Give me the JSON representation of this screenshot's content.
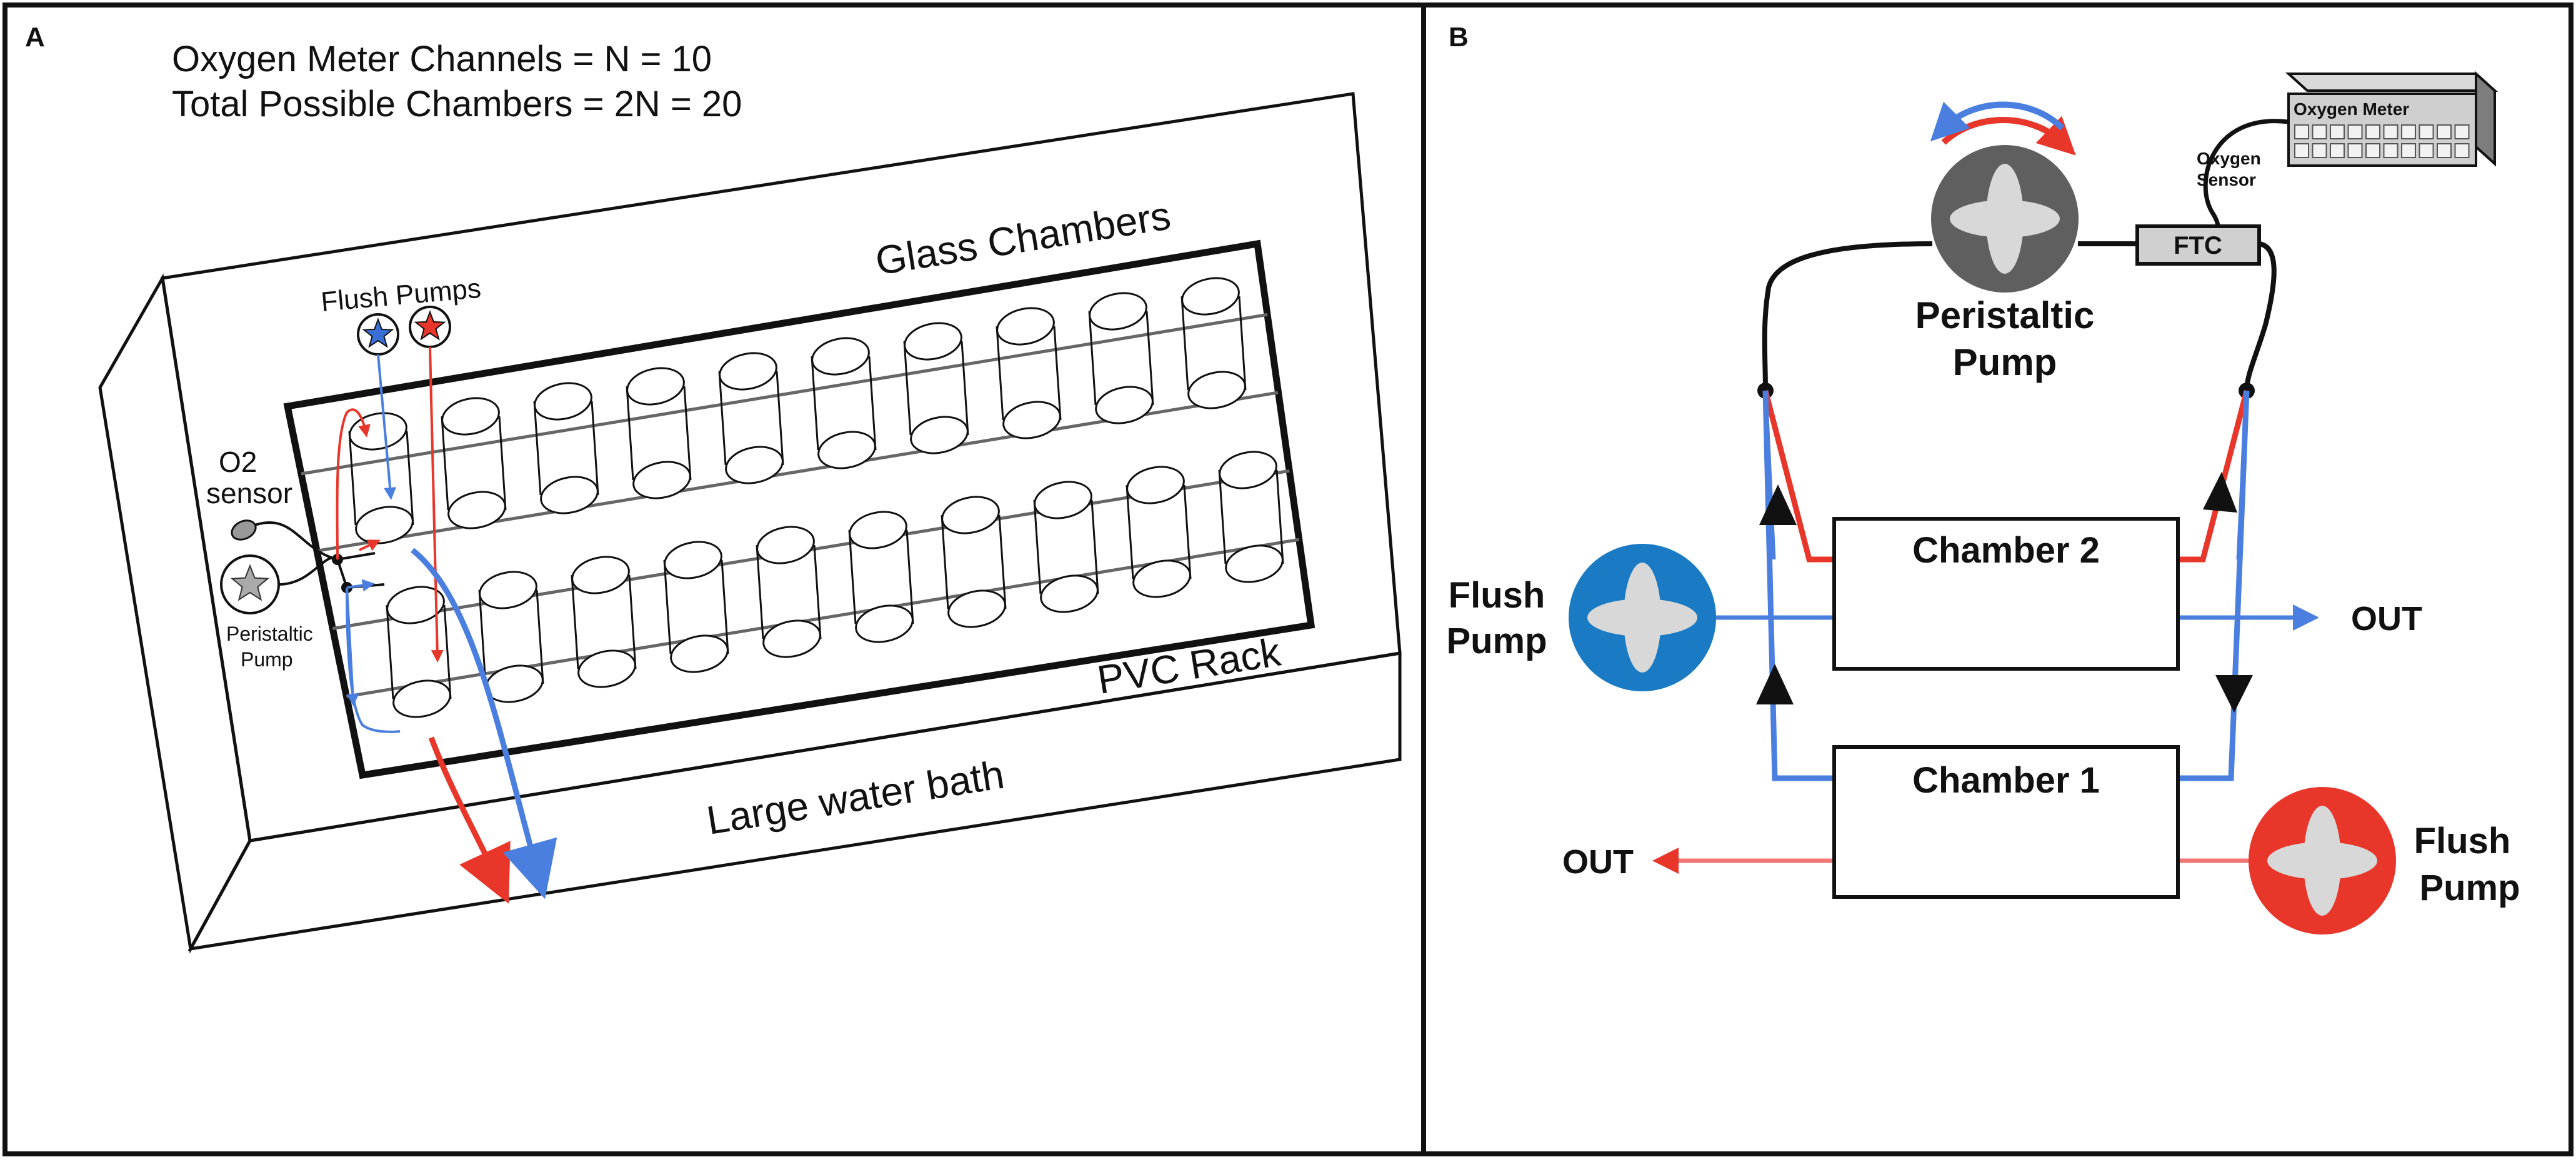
{
  "panel_a": {
    "letter": "A",
    "header_line1": "Oxygen Meter Channels = N = 10",
    "header_line2": "Total Possible Chambers = 2N = 20",
    "glass_chambers": "Glass Chambers",
    "flush_pumps": "Flush Pumps",
    "o2": "O2",
    "sensor": "sensor",
    "peristaltic": "Peristaltic",
    "pump": "Pump",
    "pvc_rack": "PVC Rack",
    "water_bath": "Large water bath"
  },
  "panel_b": {
    "letter": "B",
    "oxygen_meter": "Oxygen Meter",
    "oxygen_sensor_line1": "Oxygen",
    "oxygen_sensor_line2": "Sensor",
    "ftc": "FTC",
    "peristaltic_line1": "Peristaltic",
    "peristaltic_line2": "Pump",
    "chamber2": "Chamber 2",
    "chamber1": "Chamber 1",
    "flush_left_line1": "Flush",
    "flush_left_line2": "Pump",
    "flush_right_line1": "Flush",
    "flush_right_line2": "Pump",
    "out_right": "OUT",
    "out_left": "OUT"
  },
  "colors": {
    "red": "#e8362a",
    "blue": "#4a7fe0",
    "flush_blue": "#1a7bc4",
    "pump_gray": "#5f5f5f",
    "outline": "#111111"
  }
}
